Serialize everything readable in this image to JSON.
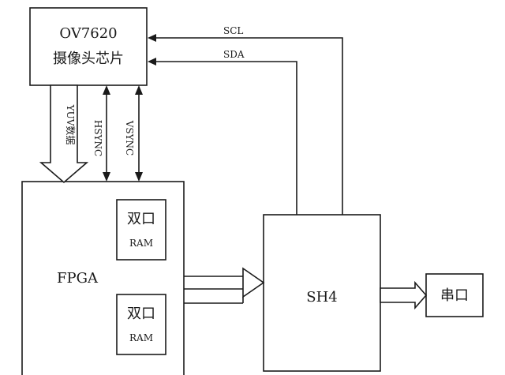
{
  "camera": {
    "model": "OV7620",
    "name": "摄像头芯片"
  },
  "fpga": {
    "label": "FPGA"
  },
  "ram_top": {
    "line1": "双口",
    "line2": "RAM"
  },
  "ram_bottom": {
    "line1": "双口",
    "line2": "RAM"
  },
  "sh4": {
    "label": "SH4"
  },
  "serial": {
    "label": "串口"
  },
  "signals": {
    "scl": "SCL",
    "sda": "SDA",
    "yuv": "YUV数据",
    "hsync": "HSYNC",
    "vsync": "VSYNC"
  }
}
